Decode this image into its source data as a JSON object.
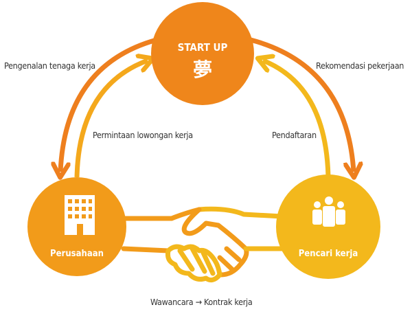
{
  "center": {
    "title": "START UP",
    "kanji": "夢"
  },
  "nodes": {
    "left": "Perusahaan",
    "right": "Pencari kerja"
  },
  "labels": {
    "top_left": "Pengenalan tenaga kerja",
    "top_right": "Rekomendasi pekerjaan",
    "inner_left": "Permintaan lowongan kerja",
    "inner_right": "Pendaftaran",
    "bottom": "Wawancara → Kontrak kerja"
  },
  "colors": {
    "top": "#EF861B",
    "left": "#F29B1A",
    "right": "#F3B81C",
    "arrow_outer": "#EE7F1E",
    "arrow_inner": "#F4A81C"
  }
}
